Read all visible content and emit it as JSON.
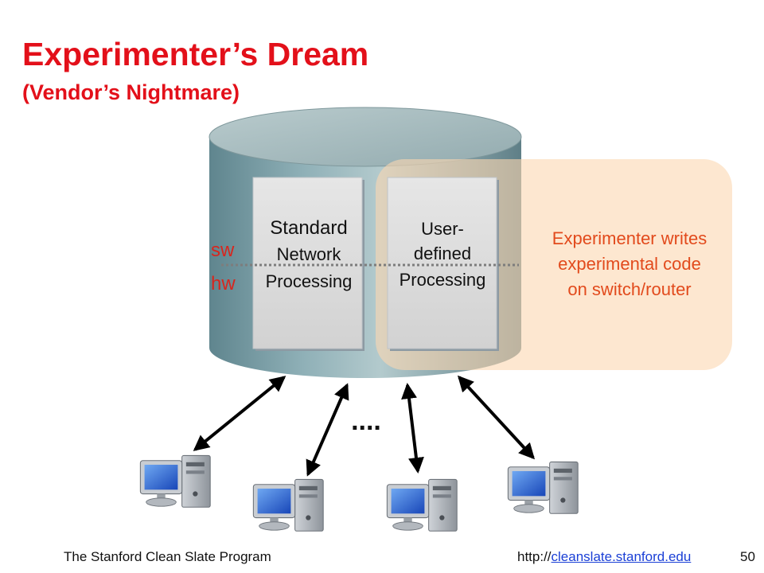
{
  "slide": {
    "title": "Experimenter’s Dream",
    "subtitle": "(Vendor’s Nightmare)"
  },
  "diagram": {
    "sw_label": "sw",
    "hw_label": "hw",
    "standard_box": {
      "line1": "Standard",
      "line2": "Network",
      "line3": "Processing"
    },
    "user_box": {
      "line1": "User-",
      "line2": "defined",
      "line3": "Processing"
    },
    "callout": {
      "line1": "Experimenter writes",
      "line2": "experimental code",
      "line3": "on switch/router"
    },
    "ellipsis": "....",
    "computer_count": 4
  },
  "colors": {
    "title": "#e3101a",
    "label_red": "#d8261e",
    "callout_text": "#e24a1c",
    "callout_fill": "#fde3c8",
    "cylinder_top": "#a7bcbf",
    "cylinder_body": "#7b9ea6",
    "link": "#1a3fd6"
  },
  "footer": {
    "program": "The Stanford Clean Slate Program",
    "url_prefix": "http://",
    "url_link": "cleanslate.stanford.edu",
    "page_number": "50"
  }
}
